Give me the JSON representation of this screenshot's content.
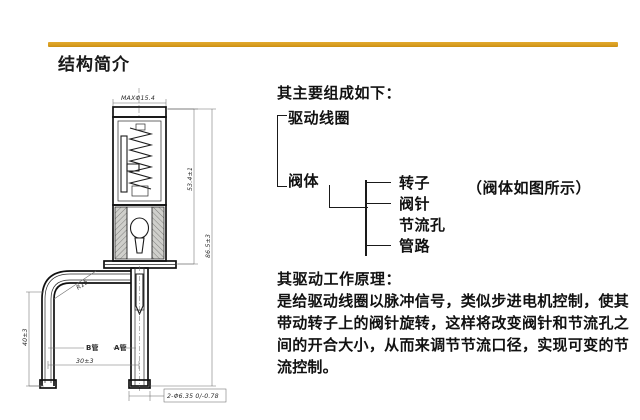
{
  "slide": {
    "title": "结构简介",
    "accent_color": "#d99e21",
    "background_color": "#ffffff",
    "text_color": "#111111"
  },
  "composition": {
    "heading": "其主要组成如下：",
    "top_level": [
      {
        "label": "驱动线圈"
      },
      {
        "label": "阀体"
      }
    ],
    "valve_body_parts": [
      {
        "label": "转子"
      },
      {
        "label": "阀针"
      },
      {
        "label": "节流孔"
      },
      {
        "label": "管路"
      }
    ],
    "aside_note": "（阀体如图所示）"
  },
  "principle": {
    "heading": "其驱动工作原理：",
    "body": "是给驱动线圈以脉冲信号，类似步进电机控制，使其带动转子上的阀针旋转，这样将改变阀针和节流孔之间的开合大小，从而来调节节流口径，实现可变的节流控制。"
  },
  "drawing": {
    "caption_top": "MAXΦ15.4",
    "dim_height_upper": "53.4±1",
    "dim_height_lower": "86.5±3",
    "dim_radius": "R15",
    "dim_left_vertical": "40±3",
    "dim_bottom_width": "30±3",
    "dim_port_note": "2-Φ6.35  0/-0.78",
    "label_tube_b": "B管",
    "label_tube_a": "A管"
  }
}
